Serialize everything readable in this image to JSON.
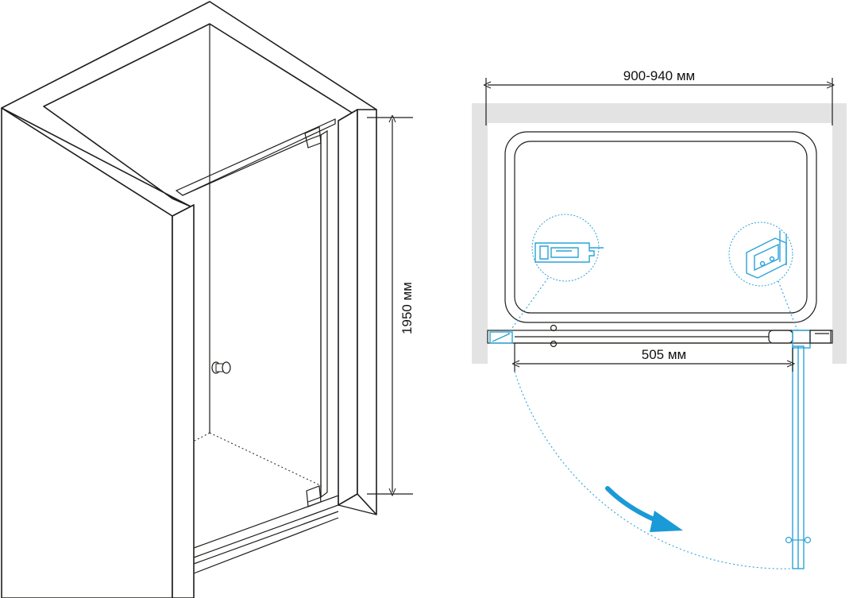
{
  "dimensions": {
    "room_width": "900-940 мм",
    "door_width": "505 мм",
    "height": "1950 мм"
  },
  "colors": {
    "accent": "#1a9ad6",
    "detail_blue": "#2ba3d8",
    "wall_gray": "#e3e3e4",
    "line": "#1d1d1b"
  },
  "icons": {
    "swing_arrow": "curved-arrow-icon",
    "hinge_detail": "hinge-icon",
    "wall_profile_detail": "wall-profile-icon",
    "handle": "knob-handle-icon"
  }
}
